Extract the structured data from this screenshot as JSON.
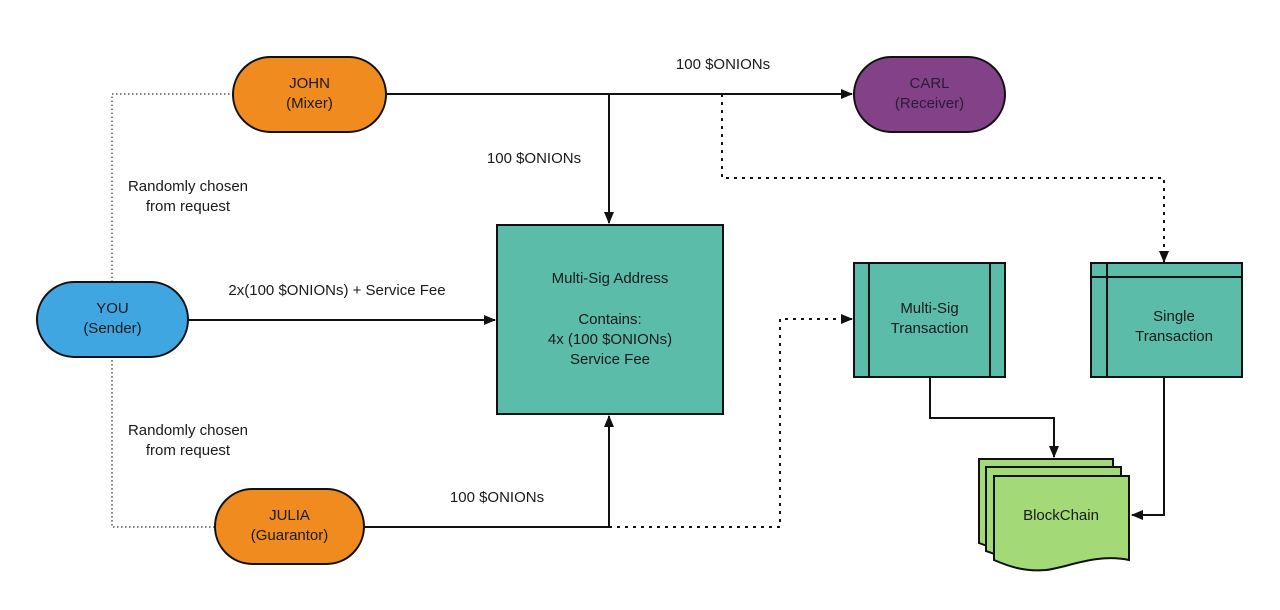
{
  "nodes": {
    "john": {
      "line1": "JOHN",
      "line2": "(Mixer)",
      "color": "#f08c1f"
    },
    "carl": {
      "line1": "CARL",
      "line2": "(Receiver)",
      "color": "#834188"
    },
    "you": {
      "line1": "YOU",
      "line2": "(Sender)",
      "color": "#3fa6e2"
    },
    "julia": {
      "line1": "JULIA",
      "line2": "(Guarantor)",
      "color": "#f08c1f"
    },
    "multisig_address": {
      "line1": "Multi-Sig Address",
      "line2": "Contains:",
      "line3": "4x (100 $ONIONs)",
      "line4": "Service Fee",
      "color": "#5bbcaa"
    },
    "multisig_transaction": {
      "line1": "Multi-Sig",
      "line2": "Transaction",
      "color": "#5bbcaa"
    },
    "single_transaction": {
      "line1": "Single",
      "line2": "Transaction",
      "color": "#5bbcaa"
    },
    "blockchain": {
      "label": "BlockChain",
      "color": "#a3d977"
    }
  },
  "edges": {
    "john_to_carl": "100 $ONIONs",
    "john_to_address": "100 $ONIONs",
    "you_to_address": "2x(100 $ONIONs) + Service Fee",
    "julia_to_address": "100 $ONIONs",
    "you_john_link": {
      "line1": "Randomly chosen",
      "line2": "from request"
    },
    "you_julia_link": {
      "line1": "Randomly chosen",
      "line2": "from request"
    }
  }
}
